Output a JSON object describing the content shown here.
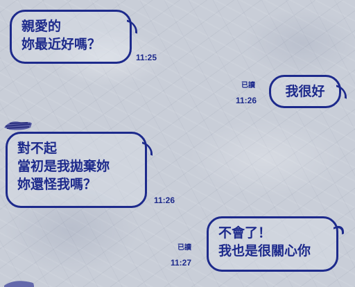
{
  "messages": [
    {
      "sender": "them",
      "lines": [
        "親愛的",
        "妳最近好嗎？"
      ],
      "time": "11:25"
    },
    {
      "sender": "me",
      "lines": [
        "我很好"
      ],
      "read": "已讀",
      "time": "11:26"
    },
    {
      "sender": "them",
      "lines": [
        "對不起",
        "當初是我拋棄妳",
        "妳還怪我嗎？"
      ],
      "time": "11:26"
    },
    {
      "sender": "me",
      "lines": [
        "不會了！",
        "我也是很關心你"
      ],
      "read": "已讀",
      "time": "11:27"
    }
  ],
  "colors": {
    "ink": "#1d2a8c",
    "paper": "#c9ced8"
  },
  "icons": {
    "avatar": "scribbled-out-avatar-icon"
  }
}
